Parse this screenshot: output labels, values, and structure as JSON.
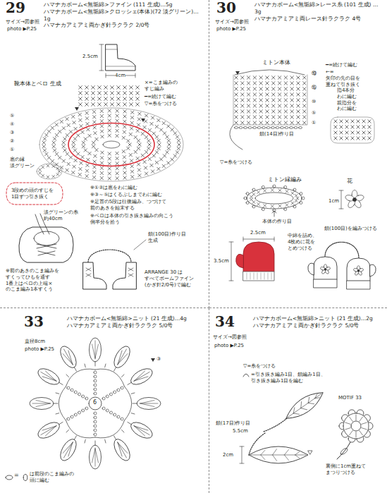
{
  "diagram": {
    "nodes": [
      {
        "text": [
          "29",
          "ハマナカボーム<無垢綿>ファイン (111 生成)…5g",
          "ハマナカボーム<無垢綿>クロッシェ(本体)(72 淡グリーン)… 1g",
          "ハマナカアミアミ両かぎ針ラクラク 2/0号"
        ]
      },
      {
        "text": [
          "30",
          "ハマナカボーム<無垢綿>レース糸 (101 生成) …3g",
          "ハマナカアミアミ両レース針ラクラク 4号"
        ]
      },
      {
        "text": [
          "33",
          "ハマナカボーム<無垢綿>ニット (21 生成)…4g",
          "ハマナカアミアミ両かぎ針ラクラク 5/0号"
        ]
      },
      {
        "text": [
          "34",
          "ハマナカボーム<無垢綿>ニット (21 生成)…2g",
          "ハマナカアミアミ両かぎ針ラクラク 5/0号"
        ]
      }
    ],
    "labels": [
      "サイズ→図参照",
      "photo ▶P.25",
      "2.5cm",
      "4cm",
      "靴本体とベロ 生成",
      "×=こま編みの すじ編み",
      "━=続けて編む",
      "▽=糸をつける",
      "⑤",
      "④",
      "③",
      "②",
      "①",
      "底の縁 淡グリーン",
      "3段めの頭のすじを 1目ずつ引き抜く",
      "淡グリーンの糸 約40cm",
      "※①②は底をわに編む",
      "※③～⑤はくるぶしまでわに編む",
      "※足首の5段は往復編み、つづけて 前のあきを始末する",
      "※ベロは本体の引き抜き編みの向こう 側半分を拾う",
      "鎖(100目)作り目 生成",
      "※前のあきのこま編みを すくってひもを通す 1番上はベロの上端× のこま編み1本すくう",
      "ARRANGE 30 は すべてボームファイン (かぎ針2/0号)で編む",
      "サイズ→図参照",
      "photo ▶P.25",
      "ミトン本体",
      "━=続けて編む",
      "←=矢印の先の目を 重ねて引き抜く",
      "⑲",
      "⑮",
      "⑩",
      "⑤",
      "①",
      "指4本分 わに編む 親指分を わに編む",
      "鎖(14目)作り目",
      "▽=糸をつける",
      "ミトン縁編み",
      "花",
      "1cm",
      "本体の作り目",
      "2.5cm",
      "3.5cm",
      "中綿を詰め、 4枚めに花を とめつける",
      "鎖(100目)を編みつける",
      "直径8cm",
      "photo ▶P.25",
      "③",
      "6",
      "=",
      "は前段のこま編みの 頭に編む",
      "サイズ→図参照",
      "photo ▶P.25",
      "▽=糸をつける",
      "=引き抜き編み1目、鎖編み1目、 引き抜き編み1目を編む",
      "鎖(17目)作り目",
      "5.5cm",
      "2cm",
      "MOTIF 33",
      "裏側に1cm重ねて まつりつける"
    ]
  }
}
